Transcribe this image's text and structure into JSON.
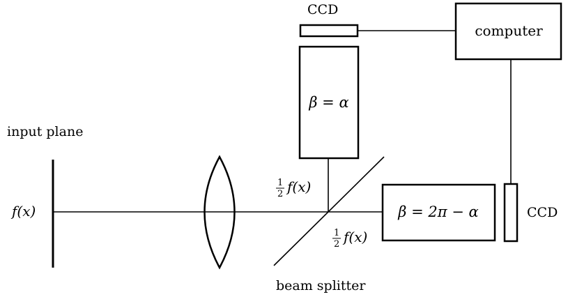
{
  "labels": {
    "input_plane": "input plane",
    "fx_input": "f(x)",
    "ccd_top": "CCD",
    "ccd_right": "CCD",
    "computer": "computer",
    "beta_alpha": "β = α",
    "beta_2pi_alpha": "β = 2π − α",
    "half_num": "1",
    "half_den": "2",
    "fx_half": "f(x)",
    "beam_splitter": "beam splitter"
  }
}
